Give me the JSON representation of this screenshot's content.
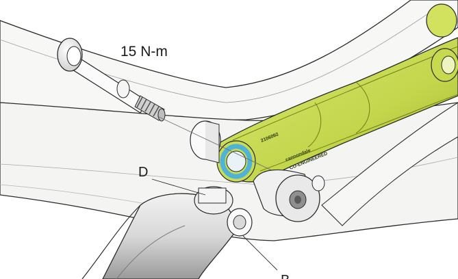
{
  "diagram": {
    "torque_label": "15 N-m",
    "callout_d": "D",
    "callout_b": "B",
    "link_text_1": "2106092",
    "link_text_2": "cannondale",
    "link_text_3": "CO-ENGINEERED"
  },
  "colors": {
    "frame_fill": "#f7f7f5",
    "outline": "#2a2a2a",
    "link_green": "#c8db55",
    "link_green_dark": "#98ad2a",
    "bearing_blue": "#4fb3d8",
    "shadow_grey": "#bdbdbd"
  }
}
